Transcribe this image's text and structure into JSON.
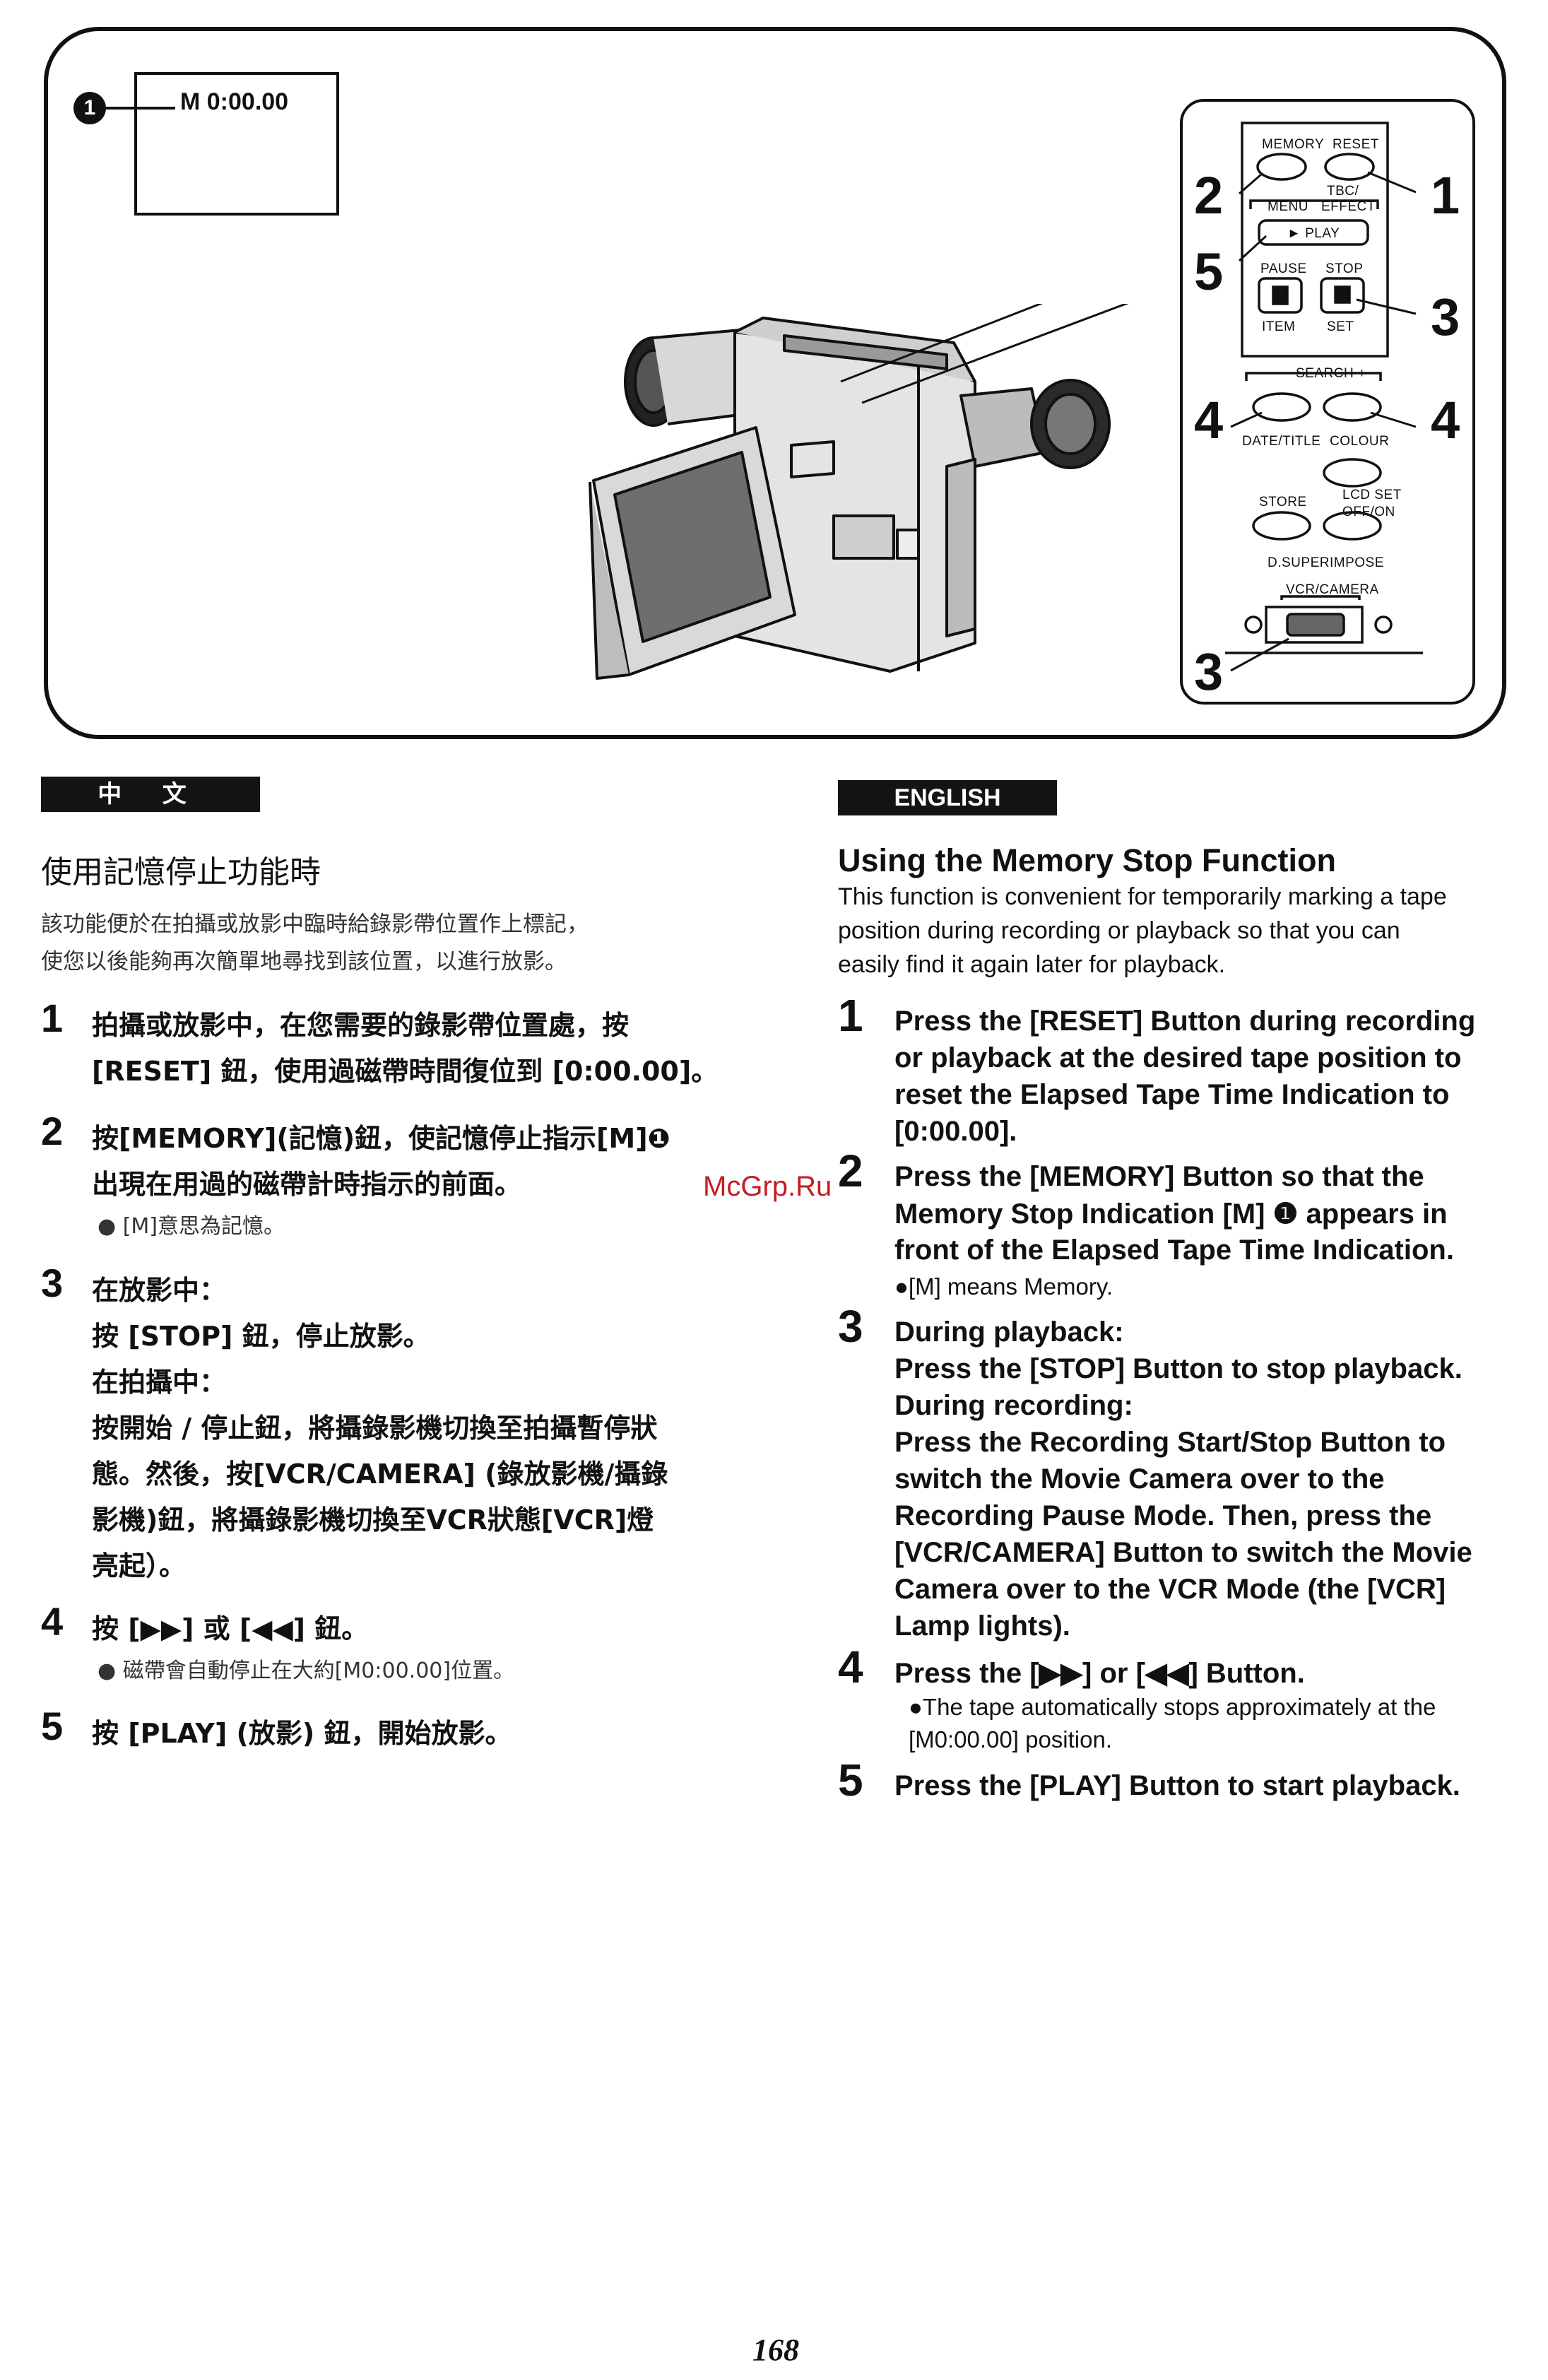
{
  "figure": {
    "osd_callout": "1",
    "osd_text": "M 0:00.00",
    "panel": {
      "memory": "MEMORY",
      "reset": "RESET",
      "tbc_effect_1": "TBC/",
      "tbc_effect_2": "EFFECT",
      "menu": "MENU",
      "play": "► PLAY",
      "pause": "PAUSE",
      "stop": "STOP",
      "item": "ITEM",
      "set": "SET",
      "search": "SEARCH +",
      "search_icon": "search-camera-icon",
      "date_title": "DATE/TITLE",
      "colour": "COLOUR",
      "lcd_set": "LCD SET",
      "off_on": "OFF/ON",
      "store": "STORE",
      "d_superimpose": "D.SUPERIMPOSE",
      "vcr_camera": "VCR/CAMERA"
    },
    "callouts": {
      "memory": "2",
      "reset": "1",
      "play": "5",
      "stop": "3",
      "rewind": "4",
      "ffwd": "4",
      "vcr_camera": "3"
    }
  },
  "chinese": {
    "header": "中 文",
    "title": "使用記憶停止功能時",
    "intro": [
      "該功能便於在拍攝或放影中臨時給錄影帶位置作上標記，",
      "使您以後能夠再次簡單地尋找到該位置，以進行放影。"
    ],
    "steps": [
      {
        "num": "1",
        "lines": [
          "拍攝或放影中，在您需要的錄影帶位置處，按",
          "[RESET] 鈕，使用過磁帶時間復位到 [0:00.00]。"
        ]
      },
      {
        "num": "2",
        "lines": [
          "按[MEMORY](記憶)鈕，使記憶停止指示[M]❶",
          "出現在用過的磁帶計時指示的前面。"
        ],
        "note": "● [M]意思為記憶。"
      },
      {
        "num": "3",
        "lines": [
          "在放影中：",
          "按 [STOP] 鈕，停止放影。",
          "在拍攝中：",
          "按開始 / 停止鈕，將攝錄影機切換至拍攝暫停狀",
          "態。然後，按[VCR/CAMERA] (錄放影機/攝錄",
          "影機)鈕，將攝錄影機切換至VCR狀態[VCR]燈",
          "亮起）。"
        ]
      },
      {
        "num": "4",
        "lines": [
          "按 [▶▶] 或 [◀◀] 鈕。"
        ],
        "note": "● 磁帶會自動停止在大約[M0:00.00]位置。"
      },
      {
        "num": "5",
        "lines": [
          "按 [PLAY] (放影) 鈕，開始放影。"
        ]
      }
    ]
  },
  "english": {
    "header": "ENGLISH",
    "title": "Using the Memory Stop Function",
    "intro": [
      "This function is convenient for temporarily marking a tape",
      "position during recording or playback so that you can",
      "easily find it again later for playback."
    ],
    "steps": [
      {
        "num": "1",
        "lines": [
          "Press the [RESET] Button during recording",
          "or playback at the desired tape position to",
          "reset the Elapsed Tape Time Indication to",
          "[0:00.00]."
        ]
      },
      {
        "num": "2",
        "lines": [
          "Press the [MEMORY] Button so that the",
          "Memory Stop Indication [M] ❶ appears in",
          "front of the Elapsed Tape Time Indication."
        ],
        "note": "●[M] means Memory."
      },
      {
        "num": "3",
        "lines": [
          "During playback:",
          "Press the [STOP] Button to stop playback.",
          "During recording:",
          "Press the Recording Start/Stop Button to",
          "switch the Movie Camera over to the",
          "Recording Pause Mode. Then, press the",
          "[VCR/CAMERA] Button to switch the Movie",
          "Camera over to the VCR Mode (the [VCR]",
          "Lamp lights)."
        ]
      },
      {
        "num": "4",
        "lines": [
          "Press the [▶▶] or [◀◀] Button."
        ],
        "notes": [
          "●The tape automatically stops approximately at the",
          "[M0:00.00] position."
        ]
      },
      {
        "num": "5",
        "lines": [
          "Press the [PLAY] Button to start playback."
        ]
      }
    ]
  },
  "watermark": "McGrp.Ru",
  "page_number": "168"
}
